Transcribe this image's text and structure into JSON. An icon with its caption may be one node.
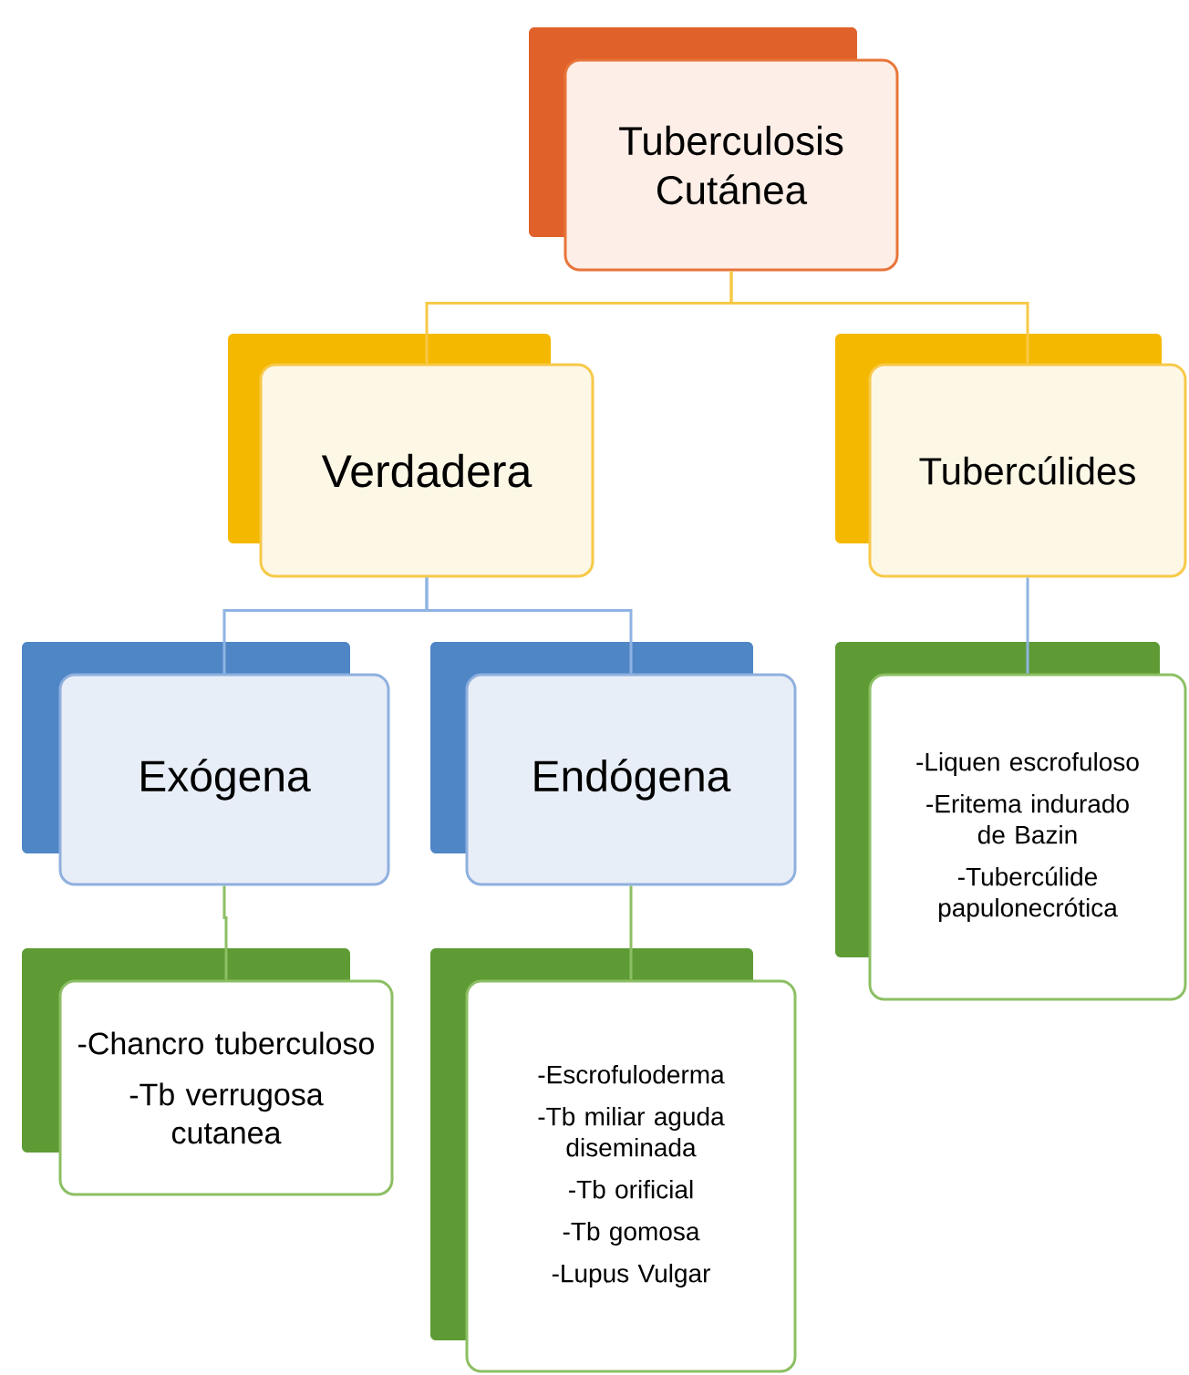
{
  "diagram": {
    "nodes": [
      {
        "text": [
          "Tuberculosis Cutánea"
        ]
      },
      {
        "text": [
          "Verdadera"
        ]
      },
      {
        "text": [
          "Tubercúlides"
        ]
      },
      {
        "text": [
          "Exógena"
        ]
      },
      {
        "text": [
          "Endógena"
        ]
      },
      {
        "text": [
          "-Liquen escrofuloso",
          "-Eritema indurado de Bazin",
          "-Tubercúlide papulonecrótica"
        ]
      },
      {
        "text": [
          "-Chancro tuberculoso",
          "-Tb verrugosa cutanea"
        ]
      },
      {
        "text": [
          "-Escrofuloderma",
          "-Tb miliar aguda diseminada",
          "-Tb orificial",
          "-Tb gomosa",
          "-Lupus Vulgar"
        ]
      }
    ],
    "edges": [
      {
        "from": 0,
        "to": 1,
        "arrow": "none",
        "color": "#f7c948"
      },
      {
        "from": 0,
        "to": 2,
        "arrow": "none",
        "color": "#f7c948"
      },
      {
        "from": 1,
        "to": 3,
        "arrow": "none",
        "color": "#8fb4e3"
      },
      {
        "from": 1,
        "to": 4,
        "arrow": "none",
        "color": "#8fb4e3"
      },
      {
        "from": 2,
        "to": 5,
        "arrow": "none",
        "color": "#8fb4e3"
      },
      {
        "from": 3,
        "to": 6,
        "arrow": "none",
        "color": "#8cbf63"
      },
      {
        "from": 4,
        "to": 7,
        "arrow": "none",
        "color": "#8cbf63"
      }
    ]
  }
}
